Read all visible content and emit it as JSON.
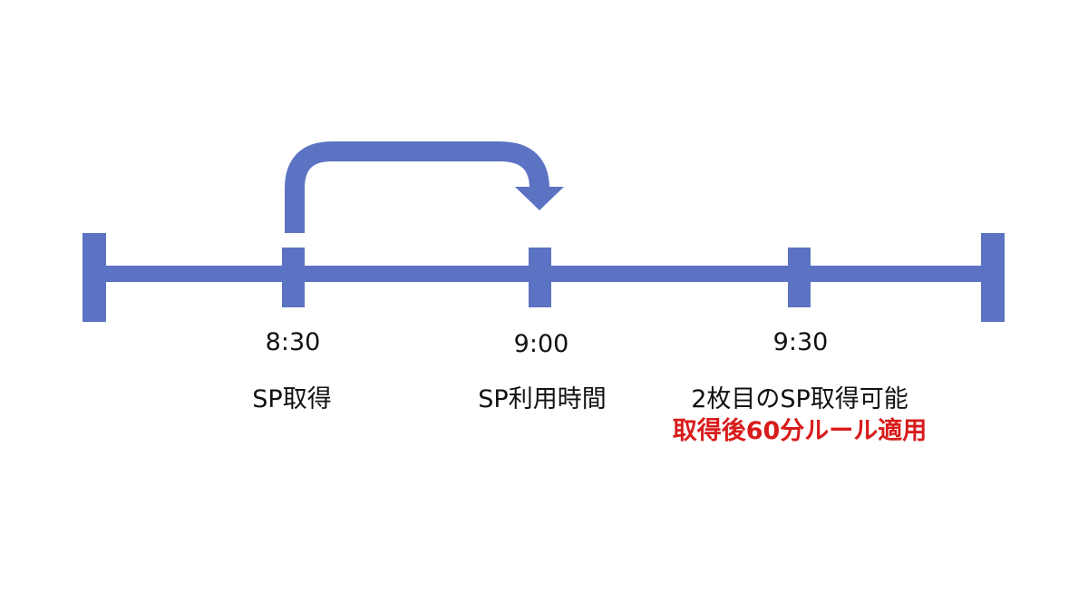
{
  "colors": {
    "timeline": "#5B73C2",
    "text": "#111111",
    "note": "#D81B1B"
  },
  "timeline": {
    "times": [
      {
        "time": "8:30",
        "label": "SP取得"
      },
      {
        "time": "9:00",
        "label": "SP利用時間"
      },
      {
        "time": "9:30",
        "label": "2枚目のSP取得可能",
        "note": "取得後60分ルール適用"
      }
    ]
  }
}
